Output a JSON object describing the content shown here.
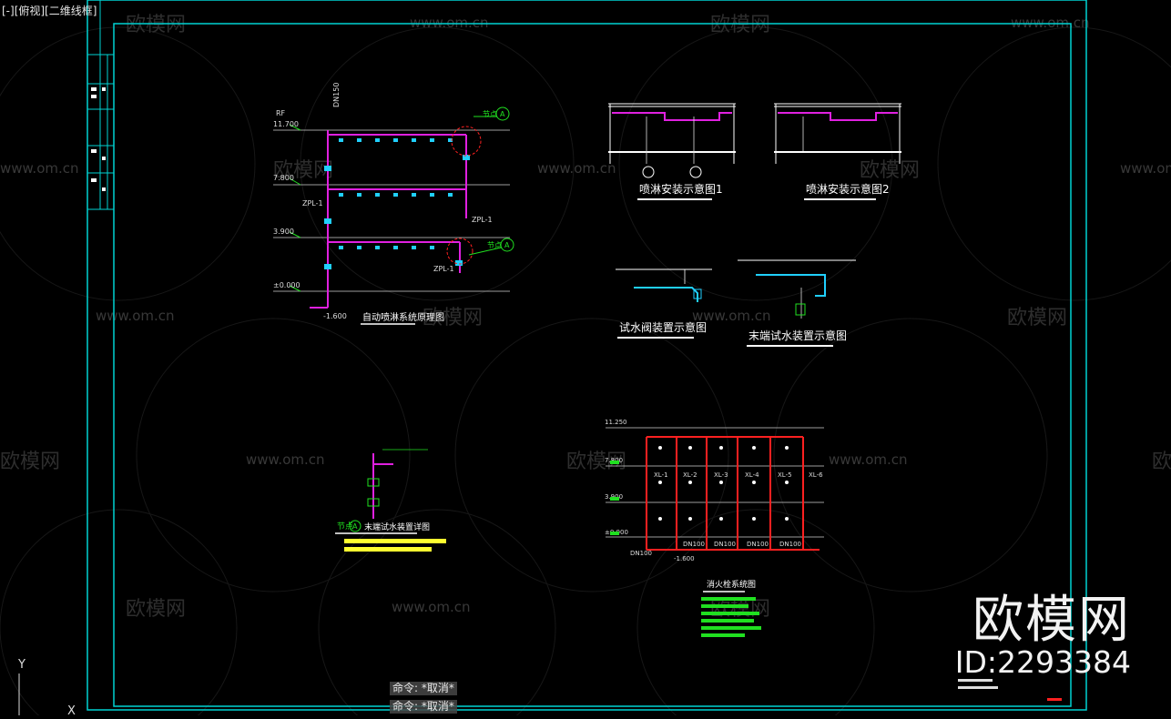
{
  "viewport": {
    "label": "[-][俯视][二维线框]"
  },
  "watermarks": {
    "site": "www.om.cn",
    "logo": "欧模网",
    "big_logo": "欧模网",
    "id": "ID:2293384"
  },
  "drawing": {
    "titles": {
      "sprinkler_system": "自动喷淋系统原理图",
      "install_1": "喷淋安装示意图1",
      "install_2": "喷淋安装示意图2",
      "test_valve": "试水阀装置示意图",
      "end_test": "末端试水装置示意图",
      "node_detail": "末端试水装置详图",
      "hydrant_system": "消火栓系统图"
    },
    "node_label": "节点",
    "node_letter": "A",
    "elevations": {
      "roof_level": "RF",
      "roof": "11.700",
      "third": "7.800",
      "second": "3.900",
      "ground": "±0.000",
      "base": "-1.600",
      "h_top": "11.250",
      "h_third": "7.800",
      "h_second": "3.900",
      "h_ground": "±0.000",
      "h_base": "-1.600"
    },
    "pipe_labels": {
      "zpl": "ZPL-1",
      "main": "DN150",
      "branch": "DN100"
    },
    "hydrant_pipes": [
      "XL-1",
      "XL-2",
      "XL-3",
      "XL-4",
      "XL-5",
      "XL-6"
    ]
  },
  "command_history": [
    "命令: *取消*",
    "命令: *取消*"
  ],
  "ucs": {
    "y_axis": "Y",
    "x_axis": "X"
  },
  "colors": {
    "frame": "#00d2d2",
    "pipe_magenta": "#e020e0",
    "pipe_red": "#ff2020",
    "green": "#20e020",
    "cyan": "#20d0ff",
    "yellow": "#ffff30",
    "white": "#ffffff"
  }
}
